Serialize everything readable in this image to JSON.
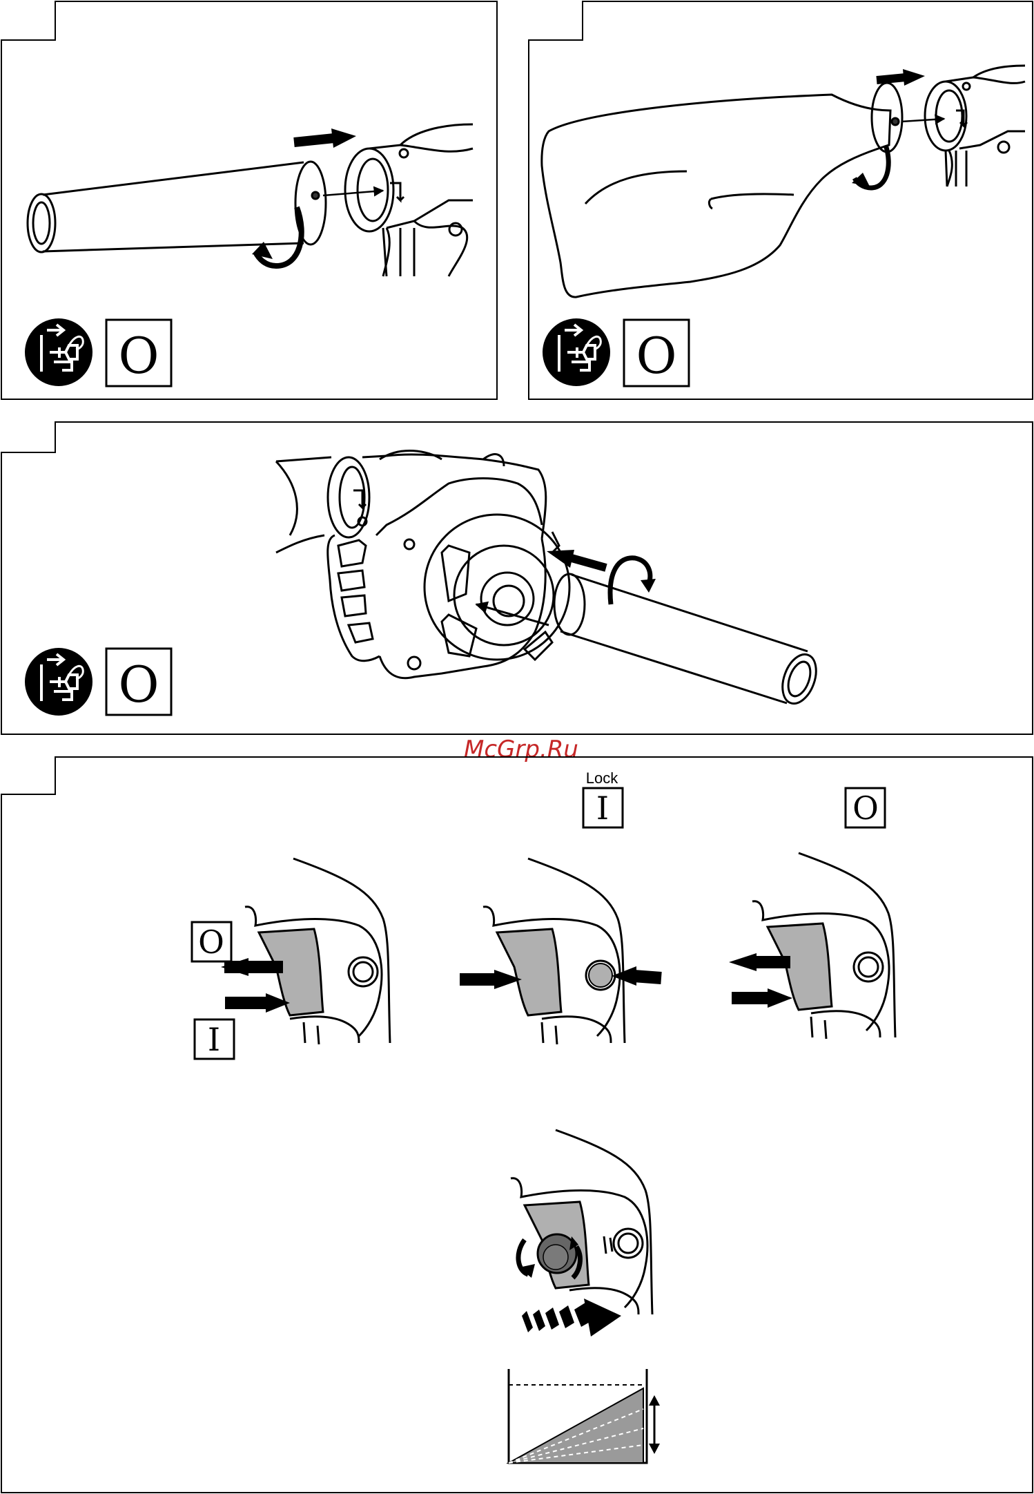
{
  "watermark": {
    "text": "McGrp.Ru",
    "color": "#c62828"
  },
  "symbols": {
    "off": "O",
    "on": "I",
    "lock_label": "Lock"
  },
  "panels": [
    {
      "name": "panel-attach-nozzle",
      "icons": [
        "unplug-icon",
        "off-switch-icon"
      ]
    },
    {
      "name": "panel-attach-dust-bag",
      "icons": [
        "unplug-icon",
        "off-switch-icon"
      ]
    },
    {
      "name": "panel-attach-suction-nozzle",
      "icons": [
        "unplug-icon",
        "off-switch-icon"
      ]
    },
    {
      "name": "panel-switch-operation",
      "icons": []
    }
  ],
  "colors": {
    "line": "#000000",
    "switch_fill": "#b0b0b0",
    "background": "#ffffff"
  }
}
